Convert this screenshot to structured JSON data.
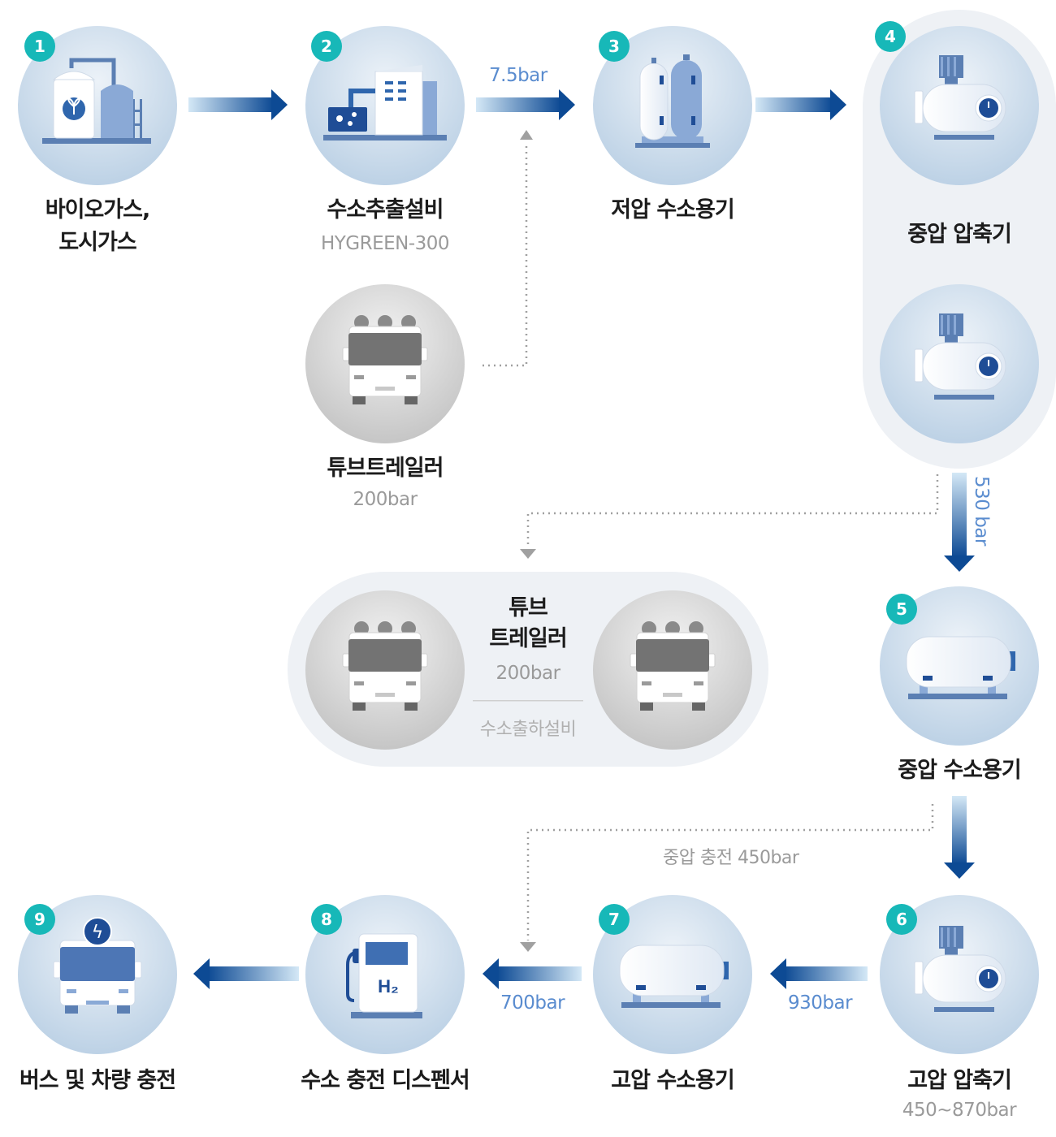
{
  "steps": [
    {
      "num": "1",
      "label_line1": "바이오가스,",
      "label_line2": "도시가스"
    },
    {
      "num": "2",
      "label": "수소추출설비",
      "sub": "HYGREEN-300"
    },
    {
      "num": "3",
      "label": "저압 수소용기"
    },
    {
      "num": "4",
      "label": "중압 압축기"
    },
    {
      "num": "5",
      "label": "중압 수소용기"
    },
    {
      "num": "6",
      "label": "고압 압축기",
      "sub": "450~870bar"
    },
    {
      "num": "7",
      "label": "고압 수소용기"
    },
    {
      "num": "8",
      "label": "수소 충전 디스펜서",
      "h2": "H₂"
    },
    {
      "num": "9",
      "label": "버스 및 차량 충전",
      "bolt": "ϟ"
    }
  ],
  "tube_trailer": {
    "label": "튜브트레일러",
    "sub": "200bar"
  },
  "shipping_group": {
    "title_line1": "튜브",
    "title_line2": "트레일러",
    "pressure": "200bar",
    "caption": "수소출하설비"
  },
  "pressures": {
    "low": "7.5bar",
    "mid": "530 bar",
    "charge_mid": "중압 충전 450bar",
    "high_to_tank": "930bar",
    "tank_to_dispenser": "700bar"
  },
  "colors": {
    "arrow_dark": "#0d4a94",
    "arrow_light": "#c7e2f5",
    "badge": "#17b8b8",
    "pressure_text": "#5a8ccf",
    "gray_text": "#9a9a9a"
  }
}
